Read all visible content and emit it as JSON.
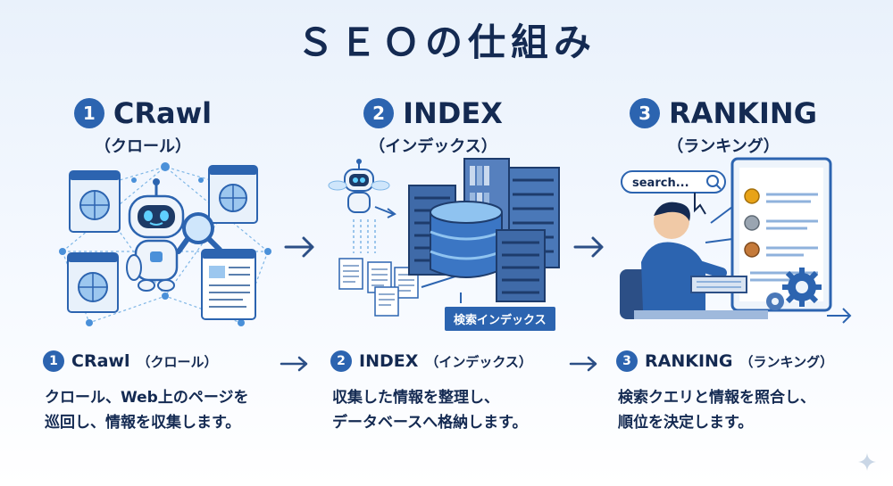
{
  "title": "ＳＥＯの仕組み",
  "steps": [
    {
      "number": "1",
      "name": "CRawl",
      "reading": "（クロール）",
      "desc_name": "CRawl",
      "desc_reading": "（クロール）",
      "desc_line1": "クロール、Web上のページを",
      "desc_line2": "巡回し、情報を収集します。"
    },
    {
      "number": "2",
      "name": "INDEX",
      "reading": "（インデックス）",
      "desc_name": "INDEX",
      "desc_reading": "（インデックス）",
      "desc_line1": "収集した情報を整理し、",
      "desc_line2": "データベースへ格納します。",
      "label": "検索インデックス"
    },
    {
      "number": "3",
      "name": "RANKING",
      "reading": "（ランキング）",
      "desc_name": "RANKING",
      "desc_reading": "（ランキング）",
      "desc_line1": "検索クエリと情報を照合し、",
      "desc_line2": "順位を決定します。",
      "search_text": "search..."
    }
  ],
  "colors": {
    "accent": "#2c64b0",
    "navy": "#142a52",
    "light_blue": "#8fc3f0",
    "gold": "#e8a317",
    "silver": "#9aa5b1",
    "bronze": "#c57a3a"
  }
}
